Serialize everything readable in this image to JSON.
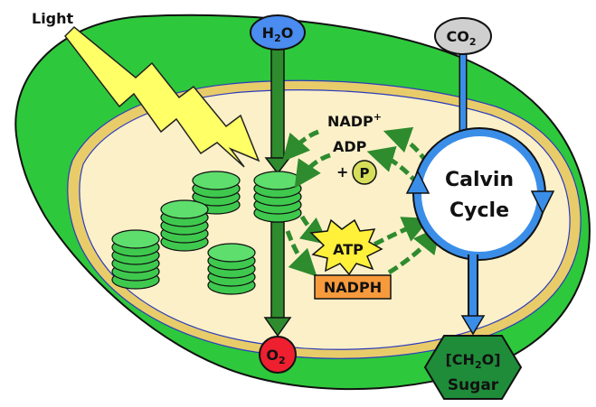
{
  "labels": {
    "light": "Light",
    "h2o": "H",
    "h2o_sub": "2",
    "h2o_end": "O",
    "co2": "CO",
    "co2_sub": "2",
    "nadp": "NADP",
    "nadp_sup": "+",
    "adp": "ADP",
    "plus": "+",
    "p": "P",
    "atp": "ATP",
    "nadph": "NADPH",
    "calvin_line1": "Calvin",
    "calvin_line2": "Cycle",
    "o2": "O",
    "o2_sub": "2",
    "sugar_open": "[CH",
    "sugar_sub": "2",
    "sugar_close": "O]",
    "sugar_word": "Sugar"
  },
  "colors": {
    "chloroplast_outer": "#2ec83c",
    "stroma": "#fbf0c8",
    "membrane_gold": "#e8cc6a",
    "membrane_line": "#2b3bbd",
    "thylakoid": "#3ec94e",
    "thylakoid_top": "#5ede6c",
    "green_arrow": "#2e8b2e",
    "blue": "#3a8ee8",
    "h2o_fill": "#4a8cf0",
    "co2_fill": "#cfcfcf",
    "o2_fill": "#ee2030",
    "atp_fill": "#fff03a",
    "nadph_fill": "#f79a3c",
    "p_fill": "#d6de5a",
    "sugar_fill": "#1f8c3a",
    "light_fill": "#ffff66"
  }
}
